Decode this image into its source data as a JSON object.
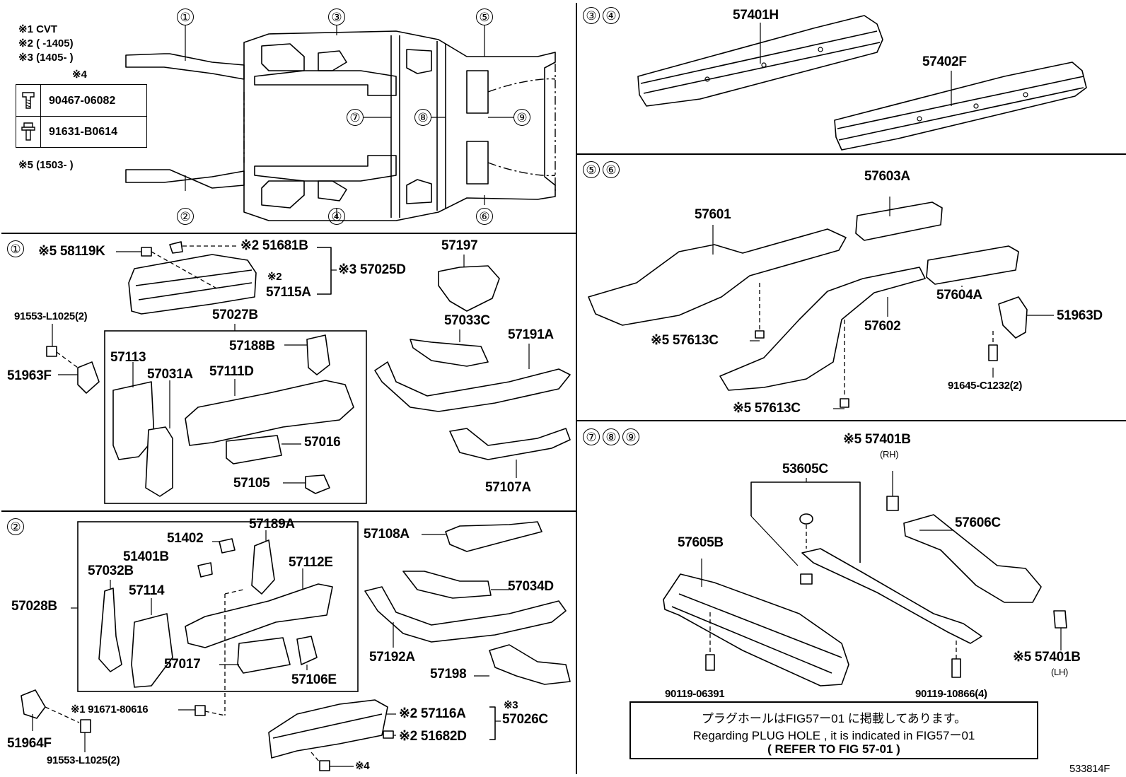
{
  "notes": {
    "n1": "※1 CVT",
    "n2": "※2 (        -1405)",
    "n3": "※3 (1405-        )",
    "n4": "※4",
    "n5": "※5 (1503-        )"
  },
  "fasteners": [
    {
      "icon": "bolt-icon",
      "number": "90467-06082"
    },
    {
      "icon": "bolt-with-washer-icon",
      "number": "91631-B0614"
    }
  ],
  "overview_callouts": [
    "①",
    "②",
    "③",
    "④",
    "⑤",
    "⑥",
    "⑦",
    "⑧",
    "⑨"
  ],
  "section_heads": {
    "s1": "①",
    "s2": "②",
    "s34": [
      "③",
      "④"
    ],
    "s56": [
      "⑤",
      "⑥"
    ],
    "s789": [
      "⑦",
      "⑧",
      "⑨"
    ]
  },
  "parts": {
    "p57401H": "57401H",
    "p57402F": "57402F",
    "p57603A": "57603A",
    "p57601": "57601",
    "p57604A": "57604A",
    "p51963D": "51963D",
    "p57613C_a": "※5 57613C",
    "p57602": "57602",
    "p91645": "91645-C1232(2)",
    "p57613C_b": "※5 57613C",
    "p58119K": "※5 58119K",
    "p51681B": "※2 51681B",
    "p57025D": "※3 57025D",
    "p57115A_note": "※2",
    "p57115A": "57115A",
    "p57197": "57197",
    "p91553_a": "91553-L1025(2)",
    "p57027B": "57027B",
    "p57033C": "57033C",
    "p57191A": "57191A",
    "p57188B": "57188B",
    "p51963F": "51963F",
    "p57113": "57113",
    "p57031A": "57031A",
    "p57111D": "57111D",
    "p57016": "57016",
    "p57105": "57105",
    "p57107A": "57107A",
    "p57189A": "57189A",
    "p51402": "51402",
    "p57108A": "57108A",
    "p51401B": "51401B",
    "p57112E": "57112E",
    "p57032B": "57032B",
    "p57114": "57114",
    "p57034D": "57034D",
    "p57028B": "57028B",
    "p57017": "57017",
    "p57106E": "57106E",
    "p57192A": "57192A",
    "p57198": "57198",
    "p91671": "※1 91671-80616",
    "p57116A": "※2 57116A",
    "p57026C_note": "※3",
    "p57026C": "57026C",
    "p51964F": "51964F",
    "p51682D": "※2 51682D",
    "p91553_b": "91553-L1025(2)",
    "p_note4": "※4",
    "p57401B_rh": "※5 57401B",
    "rh": "(RH)",
    "p53605C": "53605C",
    "p57606C": "57606C",
    "p57605B": "57605B",
    "p57401B_lh": "※5 57401B",
    "lh": "(LH)",
    "p90119_a": "90119-06391",
    "p90119_b": "90119-10866(4)"
  },
  "notice": {
    "line1": "プラグホールはFIG57ー01 に掲載してあります。",
    "line2": "Regarding  PLUG  HOLE , it  is  indicated  in  FIG57ー01",
    "line3": "(    REFER  TO  FIG  57-01    )"
  },
  "figure_code": "533814F"
}
